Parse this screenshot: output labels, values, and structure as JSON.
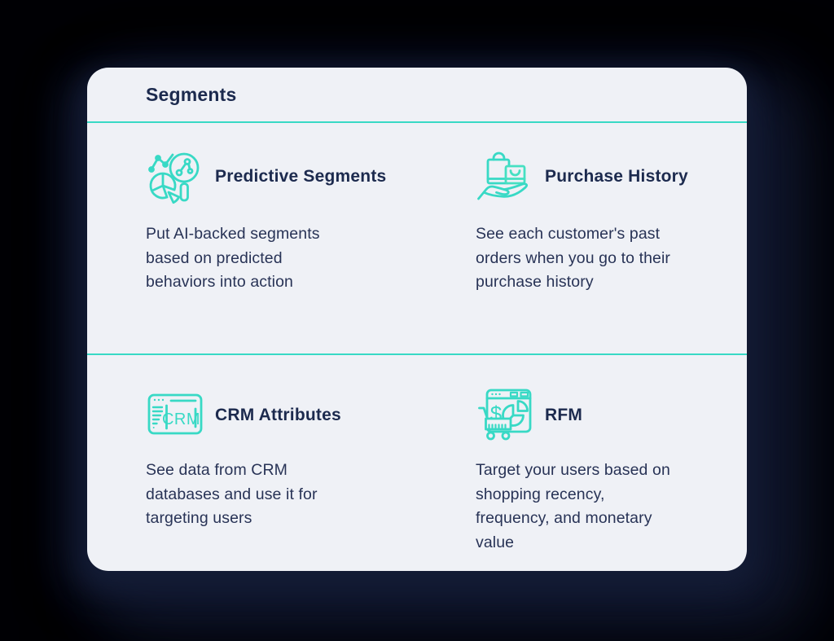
{
  "page": {
    "background_color": "#000004",
    "shadow_color": "#141c36"
  },
  "card": {
    "title": "Segments",
    "background_color": "#eff1f6",
    "accent_color": "#38d9c5",
    "heading_color": "#1c2a4e",
    "body_text_color": "#283356",
    "features": [
      {
        "title": "Predictive Segments",
        "description": "Put AI-backed segments\nbased on predicted\nbehaviors into action",
        "icon": "predictive-segments-icon"
      },
      {
        "title": "Purchase History",
        "description": "See each customer's past\norders when you go to their\npurchase history",
        "icon": "purchase-history-icon"
      },
      {
        "title": "CRM Attributes",
        "description": "See data from CRM\ndatabases and use it for\ntargeting users",
        "icon": "crm-attributes-icon",
        "icon_label": "CRM"
      },
      {
        "title": "RFM",
        "description": "Target your users based on\nshopping recency,\nfrequency, and monetary\nvalue",
        "icon": "rfm-icon",
        "icon_label": "$"
      }
    ]
  }
}
